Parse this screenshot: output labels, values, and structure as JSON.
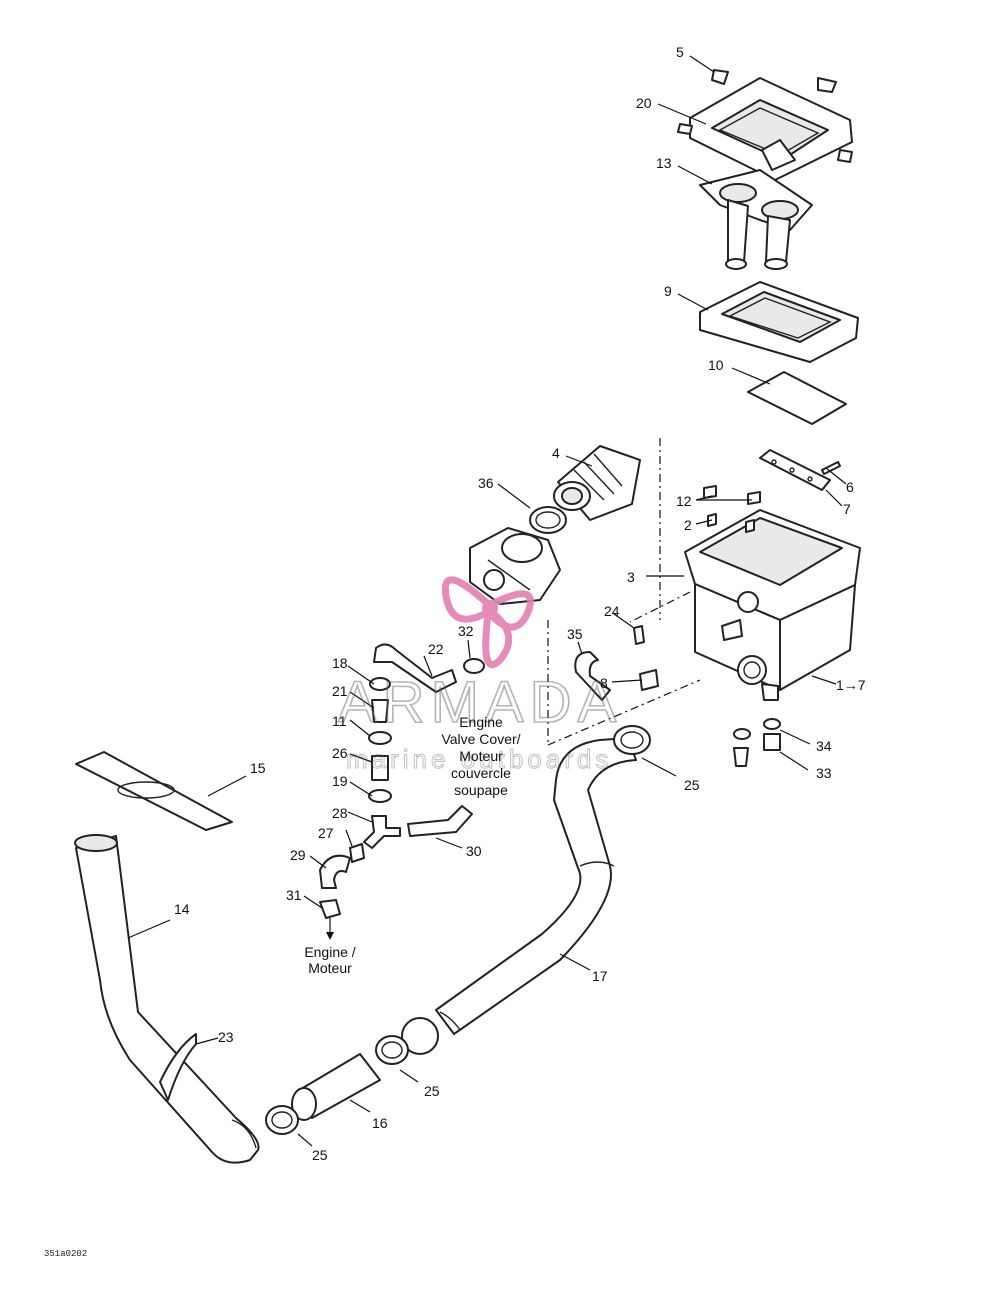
{
  "callouts": {
    "c5": "5",
    "c20": "20",
    "c13": "13",
    "c9": "9",
    "c10": "10",
    "c4": "4",
    "c36": "36",
    "c6": "6",
    "c7": "7",
    "c12": "12",
    "c2": "2",
    "c3": "3",
    "c24": "24",
    "c35": "35",
    "c8": "8",
    "c17to": "1→7",
    "c22": "22",
    "c32": "32",
    "c18": "18",
    "c21": "21",
    "c11": "11",
    "c26": "26",
    "c19": "19",
    "c28": "28",
    "c27": "27",
    "c30": "30",
    "c29": "29",
    "c31": "31",
    "c15": "15",
    "c14": "14",
    "c17": "17",
    "c23": "23",
    "c16": "16",
    "c25a": "25",
    "c25b": "25",
    "c25c": "25",
    "c34": "34",
    "c33": "33"
  },
  "notes": {
    "valve_cover": [
      "Engine",
      "Valve Cover/",
      "Moteur",
      "couvercle",
      "soupape"
    ],
    "engine": [
      "Engine /",
      "Moteur"
    ]
  },
  "watermark": {
    "brand": "ARMADA",
    "tagline": "marine outboards",
    "logo_color": "#e27fb0"
  },
  "figure_ref": "351a0202"
}
